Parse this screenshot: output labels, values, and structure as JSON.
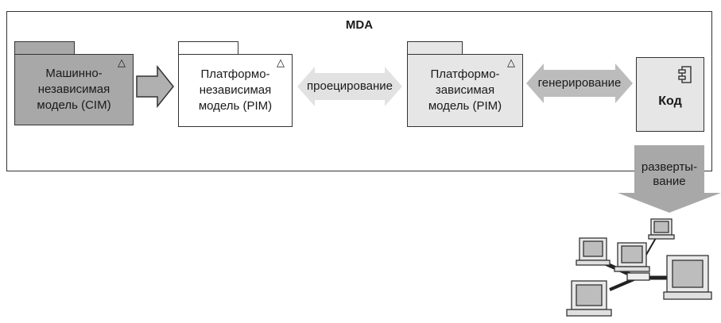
{
  "diagram": {
    "frame_title": "MDA",
    "packages": [
      {
        "id": "cim",
        "label": "Машинно-\nнезависимая\nмодель (CIM)",
        "marker": "△",
        "fill": "#a8a8a8"
      },
      {
        "id": "pim",
        "label": "Платформо-\nнезависимая\nмодель (PIM)",
        "marker": "△",
        "fill": "#ffffff"
      },
      {
        "id": "psm",
        "label": "Платформо-\nзависимая\nмодель (PIM)",
        "marker": "△",
        "fill": "#e6e6e6"
      }
    ],
    "component": {
      "label": "Код",
      "icon": "component-icon",
      "fill": "#e6e6e6"
    },
    "arrows": {
      "projection": "проецирование",
      "generation": "генерирование",
      "deployment": "разверты-\nвание"
    },
    "computers": {
      "icon": "networked-computers-icon"
    }
  }
}
